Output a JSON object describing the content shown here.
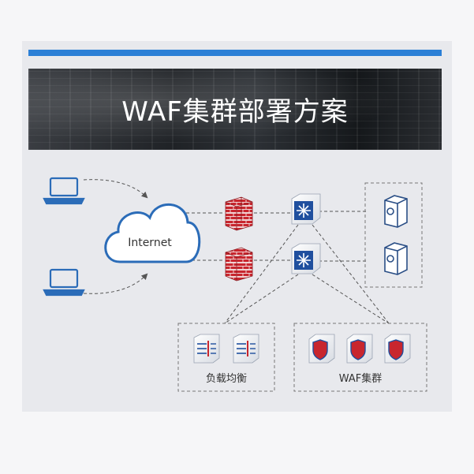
{
  "banner": {
    "title": "WAF集群部署方案"
  },
  "diagram": {
    "cloud_label": "Internet",
    "load_balancer_group_label": "负载均衡",
    "waf_group_label": "WAF集群"
  },
  "colors": {
    "accent": "#2b7fd6",
    "firewall": "#c8262e",
    "switch": "#1f4f9e",
    "waf": "#c8262e",
    "laptop": "#2b6cb8"
  },
  "icons": [
    "laptop-icon",
    "cloud-icon",
    "firewall-icon",
    "switch-icon",
    "server-icon",
    "load-balancer-icon",
    "waf-icon"
  ]
}
